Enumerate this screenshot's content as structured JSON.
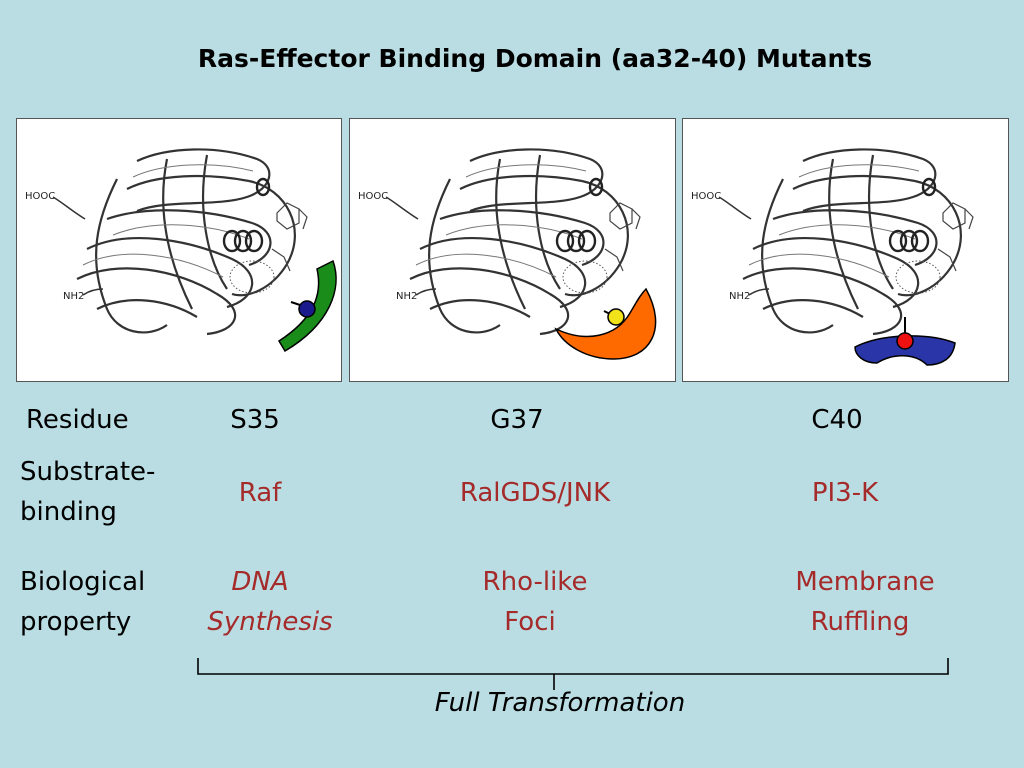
{
  "title": "Ras-Effector Binding Domain (aa32-40) Mutants",
  "panels": [
    {
      "id": "s35",
      "hooc": "HOOC",
      "nh2": "NH2",
      "effector_color": "#1a8c1a",
      "ball_color": "#1a1a8c"
    },
    {
      "id": "g37",
      "hooc": "HOOC",
      "nh2": "NH2",
      "effector_color": "#ff6a00",
      "ball_color": "#f2e21a"
    },
    {
      "id": "c40",
      "hooc": "HOOC",
      "nh2": "NH2",
      "effector_color": "#2a35a8",
      "ball_color": "#ee1111"
    }
  ],
  "rows": {
    "residue": {
      "label": "Residue",
      "values": [
        "S35",
        "G37",
        "C40"
      ]
    },
    "binding": {
      "label_line1": "Substrate-",
      "label_line2": "binding",
      "values": [
        "Raf",
        "RalGDS/JNK",
        "PI3-K"
      ]
    },
    "biological": {
      "label_line1": "Biological",
      "label_line2": "property",
      "values": [
        {
          "line1": "DNA",
          "line2": "Synthesis"
        },
        {
          "line1": "Rho-like",
          "line2": "Foci"
        },
        {
          "line1": "Membrane",
          "line2": "Ruffling"
        }
      ]
    }
  },
  "footer": "Full Transformation"
}
